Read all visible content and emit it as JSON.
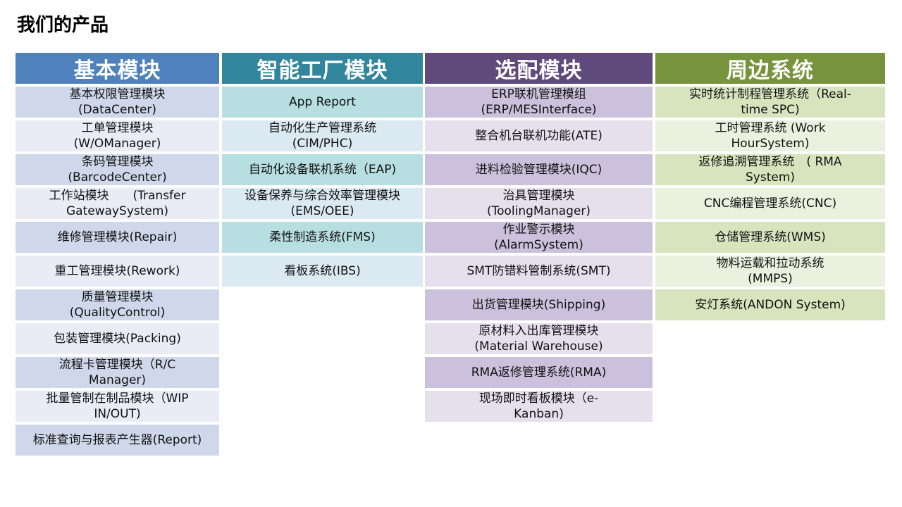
{
  "page": {
    "title": "我们的产品"
  },
  "columns": [
    {
      "header": "基本模块",
      "items": [
        "基本权限管理模块\n(DataCenter)",
        "工单管理模块\n(W/OManager)",
        "条码管理模块\n(BarcodeCenter)",
        "工作站模块　　(Transfer\nGatewaySystem)",
        "维修管理模块(Repair)",
        "重工管理模块(Rework)",
        "质量管理模块\n(QualityControl)",
        "包装管理模块(Packing)",
        "流程卡管理模块（R/C\nManager)",
        "批量管制在制品模块（WIP\nIN/OUT)",
        "标准查询与报表产生器(Report)"
      ]
    },
    {
      "header": "智能工厂模块",
      "items": [
        "App Report",
        "自动化生产管理系统\n(CIM/PHC)",
        "自动化设备联机系统（EAP)",
        "设备保养与综合效率管理模块\n(EMS/OEE)",
        "柔性制造系统(FMS)",
        "看板系统(IBS)"
      ]
    },
    {
      "header": "选配模块",
      "items": [
        "ERP联机管理模组\n(ERP/MESInterface)",
        "整合机台联机功能(ATE)",
        "进料检验管理模块(IQC)",
        "治具管理模块\n(ToolingManager)",
        "作业警示模块\n(AlarmSystem)",
        "SMT防错料管制系统(SMT)",
        "出货管理模块(Shipping)",
        "原材料入出库管理模块\n(Material Warehouse)",
        "RMA返修管理系统(RMA)",
        "现场即时看板模块（e-\nKanban)"
      ]
    },
    {
      "header": "周边系统",
      "items": [
        "实时统计制程管理系统（Real-\ntime SPC)",
        "工时管理系统 (Work\nHourSystem)",
        "返修追溯管理系统　( RMA\nSystem)",
        "CNC编程管理系统(CNC)",
        "仓储管理系统(WMS)",
        "物料运载和拉动系统\n(MMPS)",
        "安灯系统(ANDON System)"
      ]
    }
  ]
}
